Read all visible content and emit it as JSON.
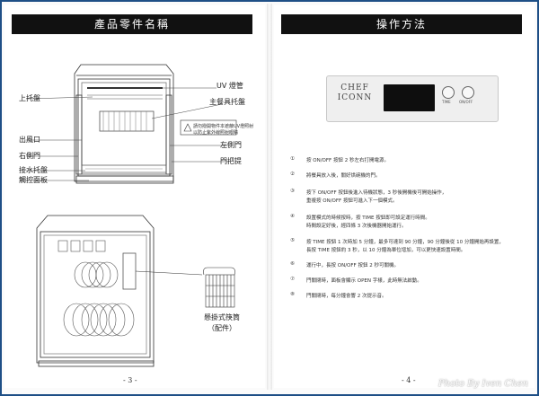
{
  "left_page": {
    "header": "產品零件名稱",
    "labels": {
      "uv_lamp": "UV 燈管",
      "upper_tray": "上托盤",
      "main_tray": "主餐具托盤",
      "warning": "請勿撥開物件本遮蔽UV燈照射",
      "warning2": "以防止紫外線照射眼睛",
      "air_outlet": "出風口",
      "left_door": "左側門",
      "right_door": "右側門",
      "door_handle": "門把提",
      "water_tray": "接水托盤",
      "control_panel": "觸控面板",
      "chopstick_holder_1": "懸掛式筷筒",
      "chopstick_holder_2": "（配件）"
    },
    "page_number": "- 3 -"
  },
  "right_page": {
    "header": "操作方法",
    "panel": {
      "logo_line1": "CHEF",
      "logo_line2": "ICONN",
      "btn_time": "TIME",
      "btn_onoff": "ON/OFF"
    },
    "steps": [
      {
        "num": "①",
        "text": "按 ON/OFF 按鈕 2 秒左右打開電源。"
      },
      {
        "num": "②",
        "text": "將餐具放入後，關好烘碗機的門。"
      },
      {
        "num": "③",
        "text": "按下 ON/OFF 按鈕後進入待機狀態，3 秒後開機後可開始操作，"
      },
      {
        "num": "",
        "text": "重複按 ON/OFF 按鈕可進入下一個模式。"
      },
      {
        "num": "④",
        "text": "設置模式的時候按時，按 TIME 按鈕即可設定運行時間。"
      },
      {
        "num": "",
        "text": "時間設定好後，經四條 3 次後機器開始運行。"
      },
      {
        "num": "⑤",
        "text": "按 TIME 按鈕 1 次時加 5 分鐘，最多可達到 90 分鐘，90 分鐘後從 10 分鐘開始再設置，"
      },
      {
        "num": "",
        "text": "長按 TIME 按鈕約 3 秒，以 10 分鐘為單位增加，可以更快速設置時間。"
      },
      {
        "num": "⑥",
        "text": "運行中，長按 ON/OFF 按鈕 2 秒可關機。"
      },
      {
        "num": "⑦",
        "text": "門關閉時，面板會顯示 OPEN 字樣，此時無法啟動。"
      },
      {
        "num": "⑧",
        "text": "門關閉時，每分鐘會響 2 次提示音。"
      }
    ],
    "page_number": "- 4 -"
  },
  "watermark": "Photo By Iven Chen"
}
